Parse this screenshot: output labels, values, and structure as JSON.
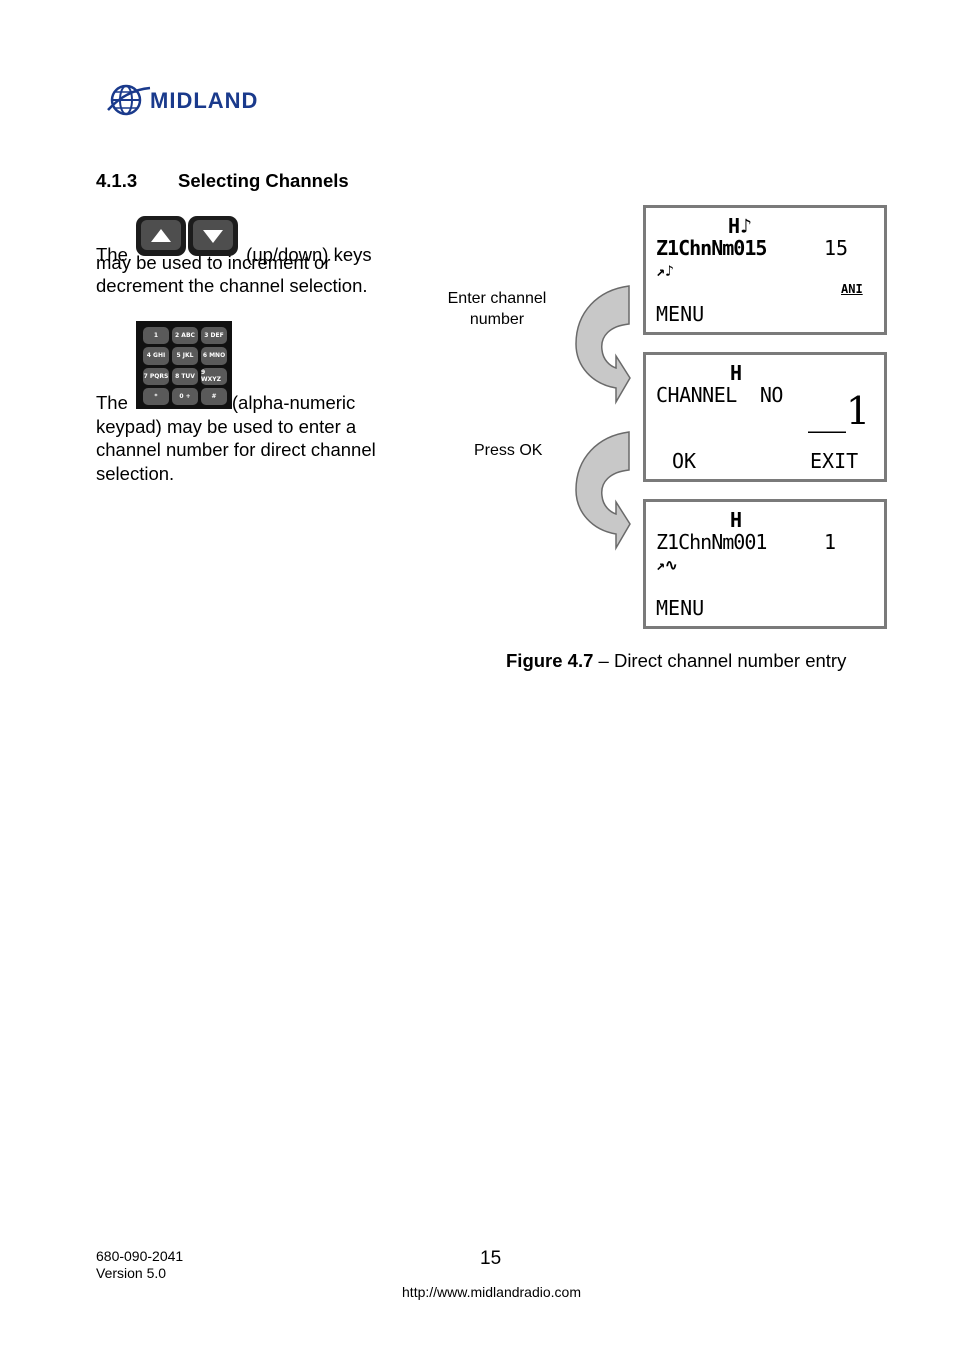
{
  "logo": {
    "text": "MIDLAND"
  },
  "section": {
    "number": "4.1.3",
    "title": "Selecting Channels"
  },
  "para1": {
    "prefix": "The",
    "suffix": "(up/down) keys",
    "line2": "may be used to increment or",
    "line3": "decrement the channel selection."
  },
  "para2": {
    "prefix": "The",
    "suffix": "(alpha-numeric",
    "line2": "keypad) may be used to enter a",
    "line3": "channel number for direct channel",
    "line4": "selection."
  },
  "keypad": {
    "keys": [
      "1",
      "2 ABC",
      "3 DEF",
      "4 GHI",
      "5 JKL",
      "6 MNO",
      "7 PQRS",
      "8 TUV",
      "9 WXYZ",
      "*",
      "0 +",
      "#"
    ]
  },
  "labels": {
    "enter_channel": "Enter channel\nnumber",
    "press_ok": "Press OK"
  },
  "screens": [
    {
      "top": "H♪",
      "name": "Z1ChnNm015",
      "num": "15",
      "icons": "↗♪",
      "ani": "ANI",
      "bottom_left": "MENU",
      "bottom_right": ""
    },
    {
      "top": "H",
      "name": "CHANNEL  NO",
      "num": "",
      "big": "__1",
      "bottom_left": "OK",
      "bottom_right": "EXIT"
    },
    {
      "top": "H",
      "name": "Z1ChnNm001",
      "num": "1",
      "icons": "↗∿",
      "bottom_left": "MENU",
      "bottom_right": ""
    }
  ],
  "caption": {
    "bold": "Figure 4.7",
    "rest": " – Direct channel number entry"
  },
  "footer": {
    "doc": "680-090-2041",
    "version": "Version 5.0",
    "page": "15",
    "url": "http://www.midlandradio.com"
  }
}
